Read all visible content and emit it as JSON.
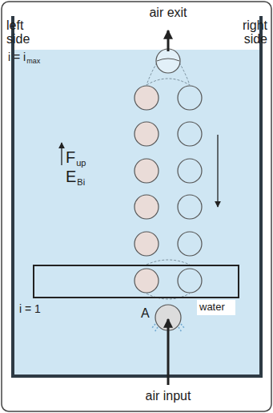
{
  "diagram": {
    "labels": [
      "air exit",
      "left side",
      "right side",
      "i = i",
      "max",
      "F",
      "up",
      "E",
      "Bi",
      "i = 1",
      "A",
      "water",
      "air input"
    ]
  }
}
